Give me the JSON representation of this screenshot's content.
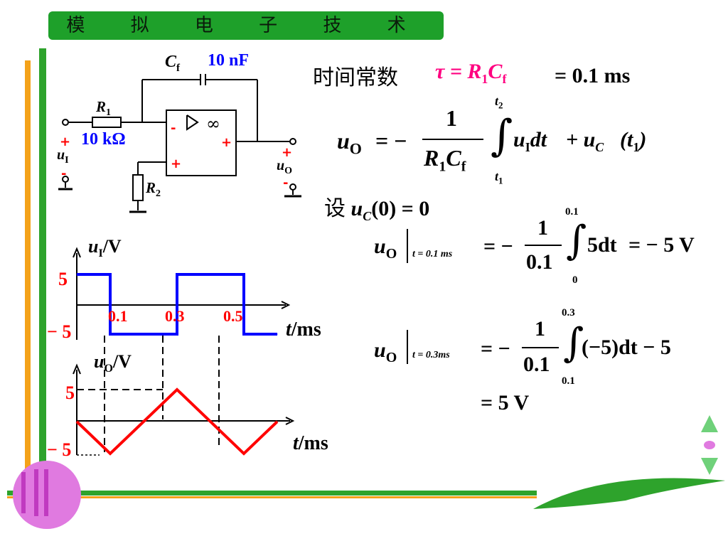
{
  "slide": {
    "title": "模 拟 电 子 技 术",
    "colors": {
      "green": "#1ea02a",
      "orange": "#f4a21a",
      "blue": "#0000ff",
      "red": "#ff0000",
      "magenta": "#ff0080"
    }
  },
  "circuit": {
    "cf_label": "C",
    "cf_sub": "f",
    "cf_value": "10 nF",
    "r1_label": "R",
    "r1_sub": "1",
    "r1_value": "10 kΩ",
    "r2_label": "R",
    "r2_sub": "2",
    "opamp_symbol": "∞",
    "input_label": "u",
    "input_sub": "I",
    "output_label": "u",
    "output_sub": "O",
    "plus": "+",
    "minus": "-"
  },
  "equations": {
    "tau_prefix": "时间常数",
    "tau_expr": "τ = R",
    "tau_sub1": "1",
    "tau_c": "C",
    "tau_sub2": "f",
    "tau_value": "= 0.1 ms",
    "main_lhs": "u",
    "main_lhs_sub": "O",
    "main_eq": "= −",
    "main_num": "1",
    "main_den_r": "R",
    "main_den_r_sub": "1",
    "main_den_c": "C",
    "main_den_c_sub": "f",
    "main_upper": "t",
    "main_upper_sub": "2",
    "main_lower": "t",
    "main_lower_sub": "1",
    "main_integrand": "u",
    "main_integrand_sub": "I",
    "main_dt": "dt",
    "main_plus": "+ u",
    "main_plus_sub": "C",
    "main_arg": "(t",
    "main_arg_sub": "1",
    "main_arg_close": ")",
    "assume_prefix": "设",
    "assume_expr": "u",
    "assume_sub": "C",
    "assume_rest": "(0) = 0",
    "eq1_lhs": "u",
    "eq1_lhs_sub": "O",
    "eq1_at": "t = 0.1 ms",
    "eq1_eq": "= −",
    "eq1_num": "1",
    "eq1_den": "0.1",
    "eq1_upper": "0.1",
    "eq1_lower": "0",
    "eq1_integrand": "5dt",
    "eq1_result": "= − 5 V",
    "eq2_lhs": "u",
    "eq2_lhs_sub": "O",
    "eq2_at": "t = 0.3ms",
    "eq2_eq": "= −",
    "eq2_num": "1",
    "eq2_den": "0.1",
    "eq2_upper": "0.3",
    "eq2_lower": "0.1",
    "eq2_integrand": "(−5)dt − 5",
    "eq2_result": "= 5 V"
  },
  "chart_data": [
    {
      "type": "line",
      "ylabel": "u",
      "ylabel_sub": "I",
      "ylabel_unit": "/V",
      "xlabel": "t",
      "xlabel_unit": "/ms",
      "y_tick_labels": [
        "5",
        "− 5"
      ],
      "x_tick_labels": [
        "0.1",
        "0.3",
        "0.5"
      ],
      "ylim": [
        -5,
        5
      ],
      "xlim": [
        0,
        0.6
      ],
      "series": [
        {
          "color": "#0000ff",
          "x": [
            0,
            0.1,
            0.1,
            0.3,
            0.3,
            0.5,
            0.5,
            0.6
          ],
          "y": [
            5,
            5,
            -5,
            -5,
            5,
            5,
            -5,
            -5
          ]
        }
      ]
    },
    {
      "type": "line",
      "ylabel": "u",
      "ylabel_sub": "O",
      "ylabel_unit": "/V",
      "xlabel": "t",
      "xlabel_unit": "/ms",
      "y_tick_labels": [
        "5",
        "− 5"
      ],
      "ylim": [
        -5,
        5
      ],
      "xlim": [
        0,
        0.6
      ],
      "series": [
        {
          "color": "#ff0000",
          "x": [
            0,
            0.1,
            0.3,
            0.5,
            0.6
          ],
          "y": [
            0,
            -5,
            5,
            -5,
            0
          ]
        }
      ]
    }
  ]
}
